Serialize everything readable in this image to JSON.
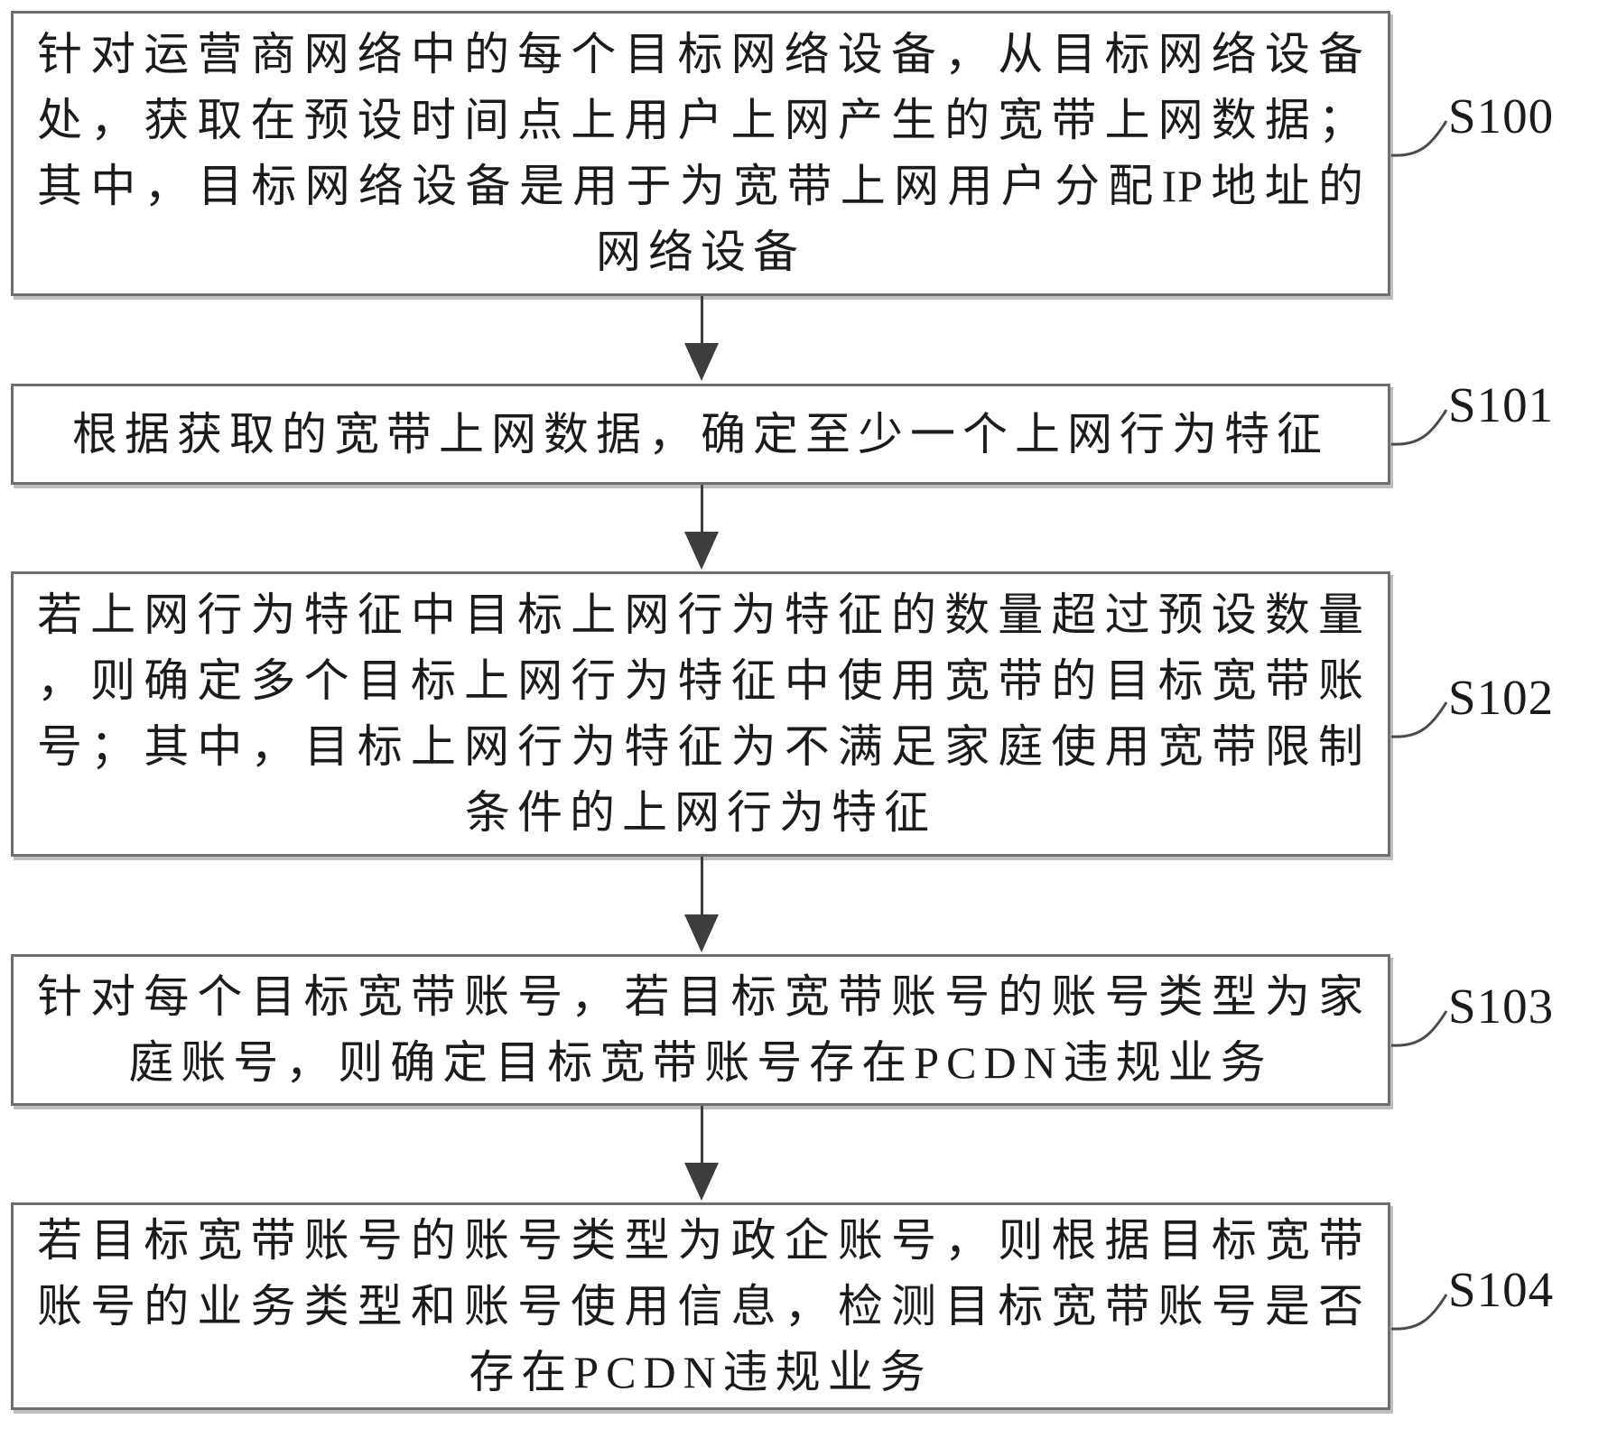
{
  "figure_type": "patent-method-flowchart",
  "colors": {
    "border": "#6f6f6f",
    "text": "#1b1b1b",
    "arrow": "#3d3d3d",
    "leader": "#4a4a4a",
    "shadow": "#bfbfbf",
    "bg": "#ffffff"
  },
  "steps": [
    {
      "label": "S100",
      "lines": [
        "针对运营商网络中的每个目标网络设备，从目标网络设备",
        "处，获取在预设时间点上用户上网产生的宽带上网数据；",
        "其中，目标网络设备是用于为宽带上网用户分配IP地址的",
        "网络设备"
      ]
    },
    {
      "label": "S101",
      "lines": [
        "根据获取的宽带上网数据，确定至少一个上网行为特征"
      ]
    },
    {
      "label": "S102",
      "lines": [
        "若上网行为特征中目标上网行为特征的数量超过预设数量",
        "，则确定多个目标上网行为特征中使用宽带的目标宽带账",
        "号；其中，目标上网行为特征为不满足家庭使用宽带限制",
        "条件的上网行为特征"
      ]
    },
    {
      "label": "S103",
      "lines": [
        "针对每个目标宽带账号，若目标宽带账号的账号类型为家",
        "庭账号，则确定目标宽带账号存在PCDN违规业务"
      ]
    },
    {
      "label": "S104",
      "lines": [
        "若目标宽带账号的账号类型为政企账号，则根据目标宽带",
        "账号的业务类型和账号使用信息，检测目标宽带账号是否",
        "存在PCDN违规业务"
      ]
    }
  ]
}
